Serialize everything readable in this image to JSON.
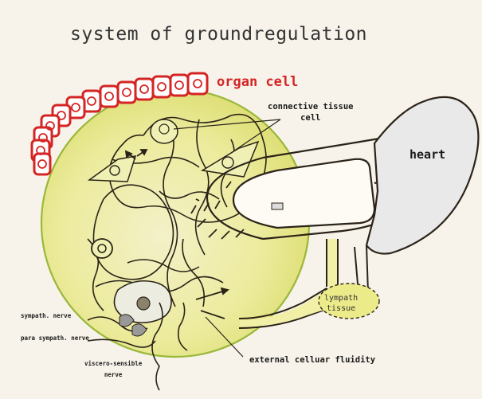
{
  "title": "system of groundregulation",
  "labels": {
    "organ_cell": "organ cell",
    "connective_tissue_line1": "connective tissue",
    "connective_tissue_line2": "cell",
    "heart": "heart",
    "lymph_line1": "lympath",
    "lymph_line2": "tissue",
    "sympath_nerve": "sympath. nerve",
    "para_sympath_nerve": "para sympath. nerve",
    "viscero_line1": "viscero-sensible",
    "viscero_line2": "nerve",
    "external_fluidity": "external celluar fluidity"
  },
  "colors": {
    "background": "#f7f3ea",
    "organ_cell_red": "#d42424",
    "tissue_yellow": "#eef0a8",
    "tissue_green": "#9ab83a",
    "heart_fill": "#e9e9e9"
  },
  "icons": [
    "organ-cell-chain",
    "heart-shape",
    "vessel-loop",
    "lymph-node",
    "nerve-fiber"
  ]
}
